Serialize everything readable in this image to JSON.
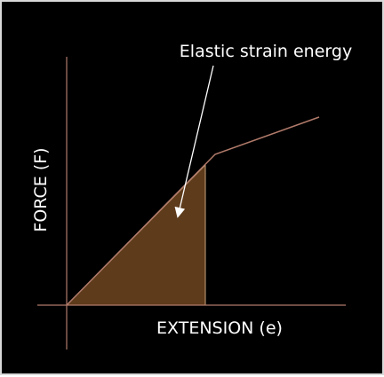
{
  "diagram": {
    "annotation": "Elastic strain energy",
    "xlabel": "EXTENSION (e)",
    "ylabel": "FORCE (F)",
    "colors": {
      "background": "#000000",
      "axes": "#b07a6a",
      "curve": "#b07a6a",
      "area_fill": "#5e3b1b",
      "area_edge": "#c7a27c",
      "arrow": "#ffffff",
      "text": "#ffffff"
    }
  }
}
